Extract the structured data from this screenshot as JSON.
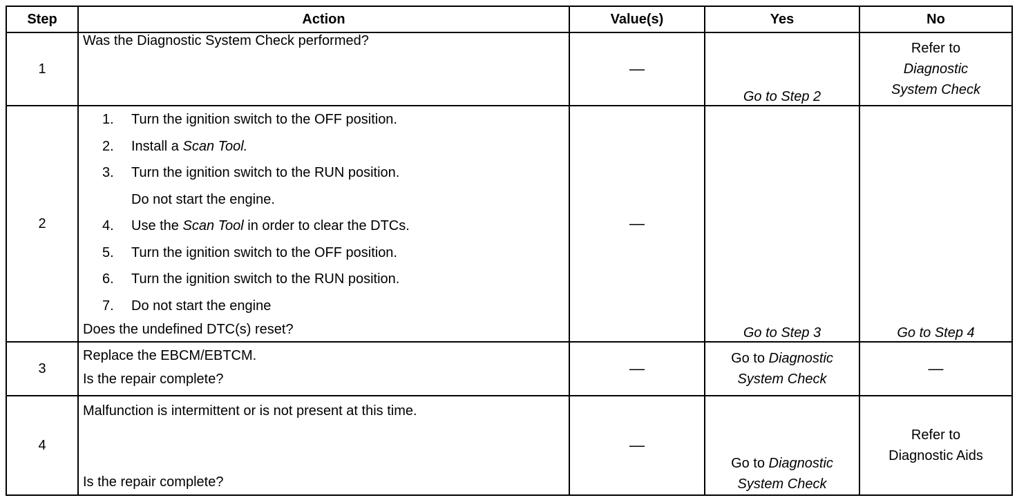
{
  "headers": {
    "step": "Step",
    "action": "Action",
    "value": "Value(s)",
    "yes": "Yes",
    "no": "No"
  },
  "rows": [
    {
      "step": "1",
      "action": "Was the Diagnostic System Check performed?",
      "value": "—",
      "yes": "Go to Step 2",
      "no_line1": "Refer to",
      "no_line2": "Diagnostic",
      "no_line3": "System Check"
    },
    {
      "step": "2",
      "items": [
        {
          "num": "1.",
          "pre": "Turn the ignition switch to the OFF position.",
          "ital": "",
          "post": ""
        },
        {
          "num": "2.",
          "pre": "Install a ",
          "ital": "Scan Tool.",
          "post": ""
        },
        {
          "num": "3.",
          "pre": "Turn the ignition switch to the RUN position.",
          "ital": "",
          "post": ""
        },
        {
          "num": "",
          "pre": "Do not start the engine.",
          "ital": "",
          "post": ""
        },
        {
          "num": "4.",
          "pre": "Use the ",
          "ital": "Scan Tool",
          "post": " in order to clear the DTCs."
        },
        {
          "num": "5.",
          "pre": "Turn the ignition switch to the OFF position.",
          "ital": "",
          "post": ""
        },
        {
          "num": "6.",
          "pre": "Turn the ignition switch to the RUN position.",
          "ital": "",
          "post": ""
        },
        {
          "num": "7.",
          "pre": "Do not start the engine",
          "ital": "",
          "post": ""
        }
      ],
      "question": "Does the undefined DTC(s) reset?",
      "value": "—",
      "yes": "Go to Step 3",
      "no": "Go to Step 4"
    },
    {
      "step": "3",
      "action_line1": "Replace the EBCM/EBTCM.",
      "action_line2": "Is the repair complete?",
      "value": "—",
      "yes_pre": "Go to ",
      "yes_ital1": "Diagnostic",
      "yes_ital2": "System Check",
      "no": "—"
    },
    {
      "step": "4",
      "action_line1": "Malfunction is intermittent or is not present at this time.",
      "action_line2": "Is the repair complete?",
      "value": "—",
      "yes_pre": "Go to ",
      "yes_ital1": "Diagnostic",
      "yes_ital2": "System Check",
      "no_line1": "Refer to",
      "no_line2": "Diagnostic Aids"
    }
  ]
}
